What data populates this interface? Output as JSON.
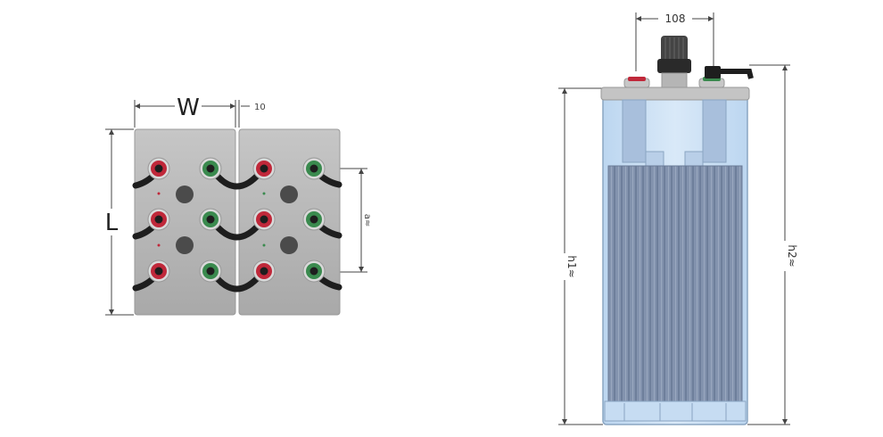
{
  "top_view": {
    "width_label": "W",
    "length_label": "L",
    "gap_label": "10",
    "pitch_label": "a≈"
  },
  "side_view": {
    "top_dim_label": "108",
    "height1_label": "h1≈",
    "height2_label": "h2≈"
  },
  "colors": {
    "case_gray": "#b5b5b5",
    "terminal_positive": "#c0283a",
    "terminal_negative": "#3a8a4e",
    "cell_blue": "#cfe2f5",
    "plates": "#7d8ea9"
  }
}
